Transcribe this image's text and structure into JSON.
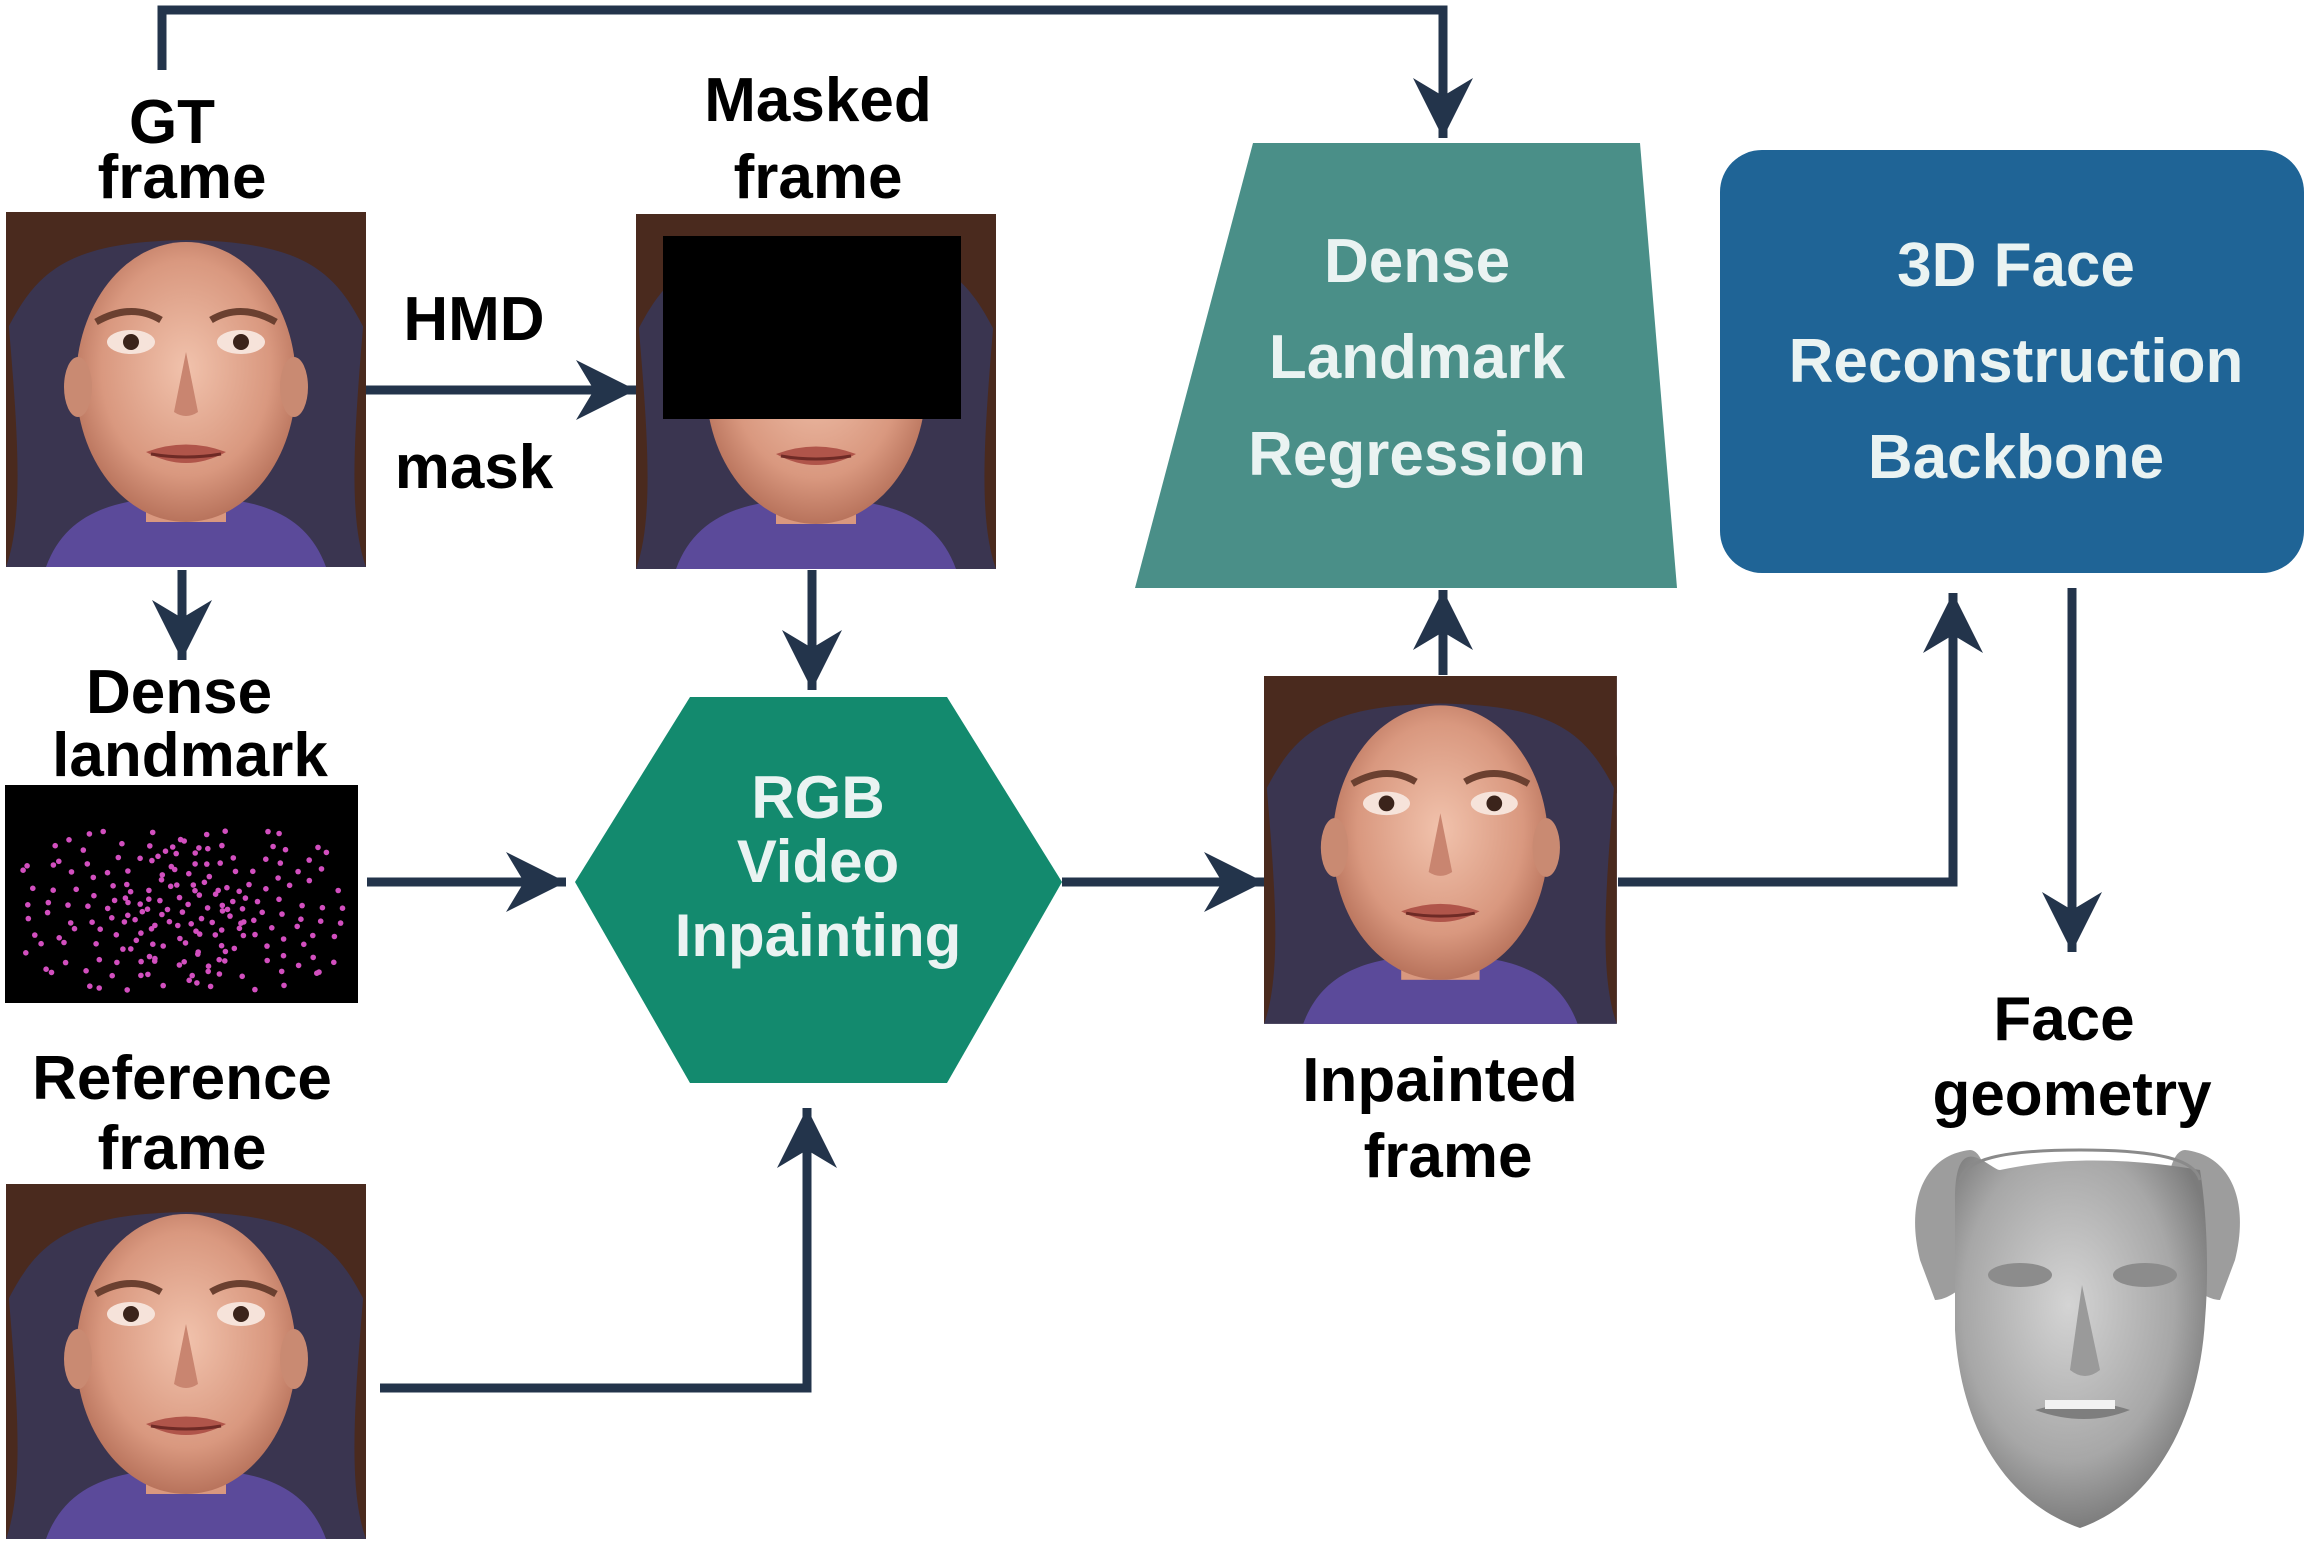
{
  "labels": {
    "gt_line1": "GT",
    "gt_line2": "frame",
    "masked_line1": "Masked",
    "masked_line2": "frame",
    "hmd": "HMD",
    "mask": "mask",
    "dense_lm_line1": "Dense",
    "dense_lm_line2": "landmark",
    "ref_line1": "Reference",
    "ref_line2": "frame",
    "rgb_line1": "RGB",
    "rgb_line2": "Video",
    "rgb_line3": "Inpainting",
    "dlr_line1": "Dense",
    "dlr_line2": "Landmark",
    "dlr_line3": "Regression",
    "backbone_line1": "3D Face",
    "backbone_line2": "Reconstruction",
    "backbone_line3": "Backbone",
    "inpainted_line1": "Inpainted",
    "inpainted_line2": "frame",
    "geometry_line1": "Face",
    "geometry_line2": "geometry"
  },
  "colors": {
    "arrow": "#23344b",
    "inpainting_hexagon": "#138a6e",
    "regression_trapezoid": "#4a8f88",
    "backbone_box": "#1f6496",
    "mask_block": "#000000",
    "landmark_dots": "#d24fbf"
  },
  "icons": {
    "gt_frame": "face-photo",
    "masked_frame": "masked-face-photo",
    "dense_landmark": "landmark-point-cloud",
    "reference_frame": "face-photo",
    "inpainted_frame": "face-photo",
    "face_geometry": "3d-face-mesh"
  }
}
